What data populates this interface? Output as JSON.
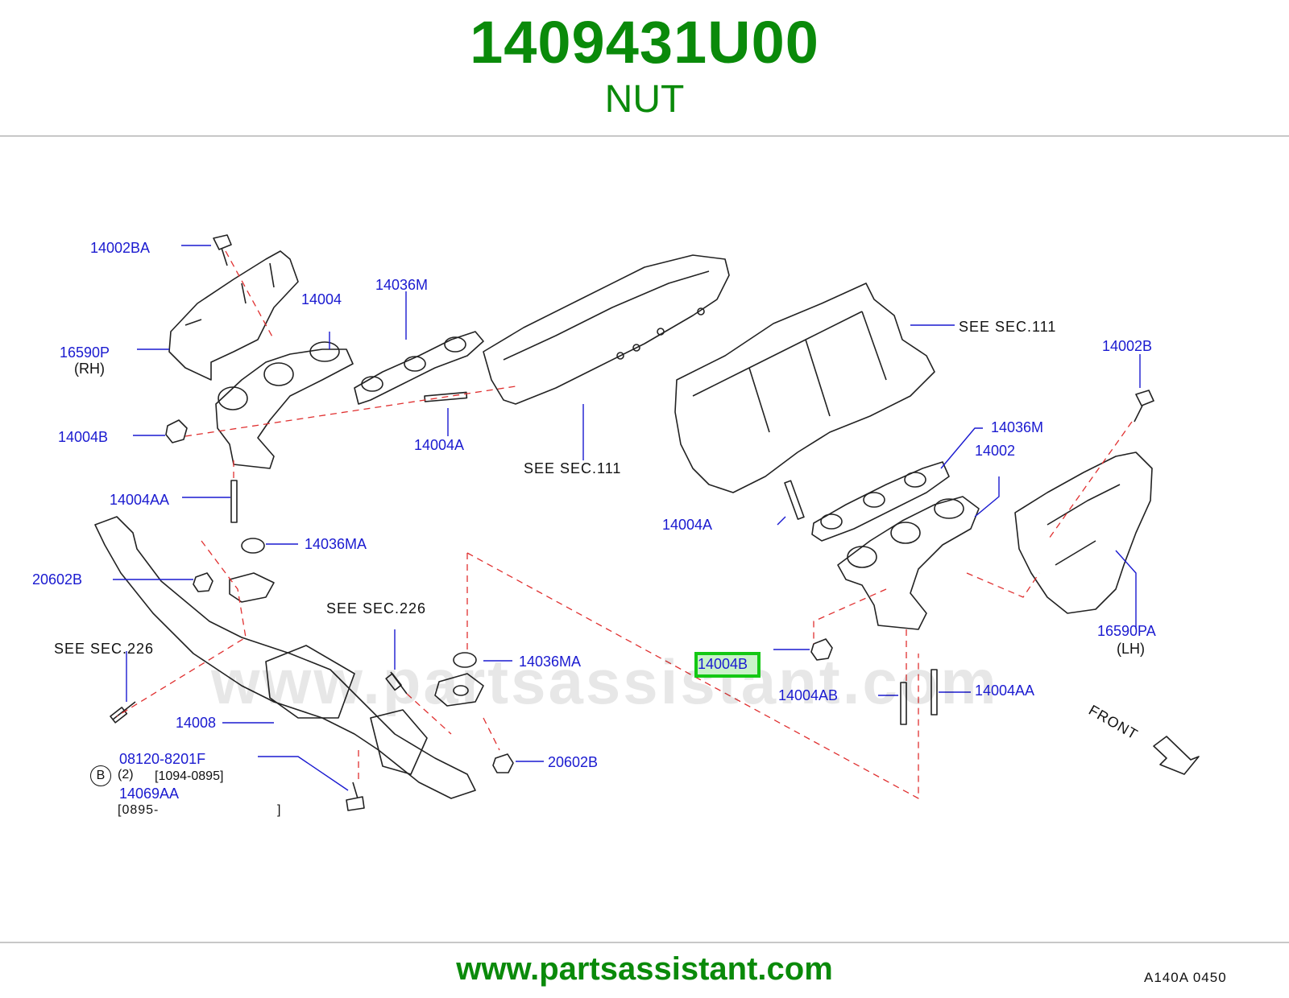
{
  "header": {
    "part_number": "1409431U00",
    "part_name": "NUT"
  },
  "diagram": {
    "code": "A140A   0450",
    "front_label": "FRONT",
    "watermark": "www.partsassistant.com",
    "highlighted_label": "14004B",
    "callouts": {
      "c14002BA": "14002BA",
      "c14004_rh": "14004",
      "c14036M_rh": "14036M",
      "c16590P": "16590P",
      "rh": "(RH)",
      "c14004B_rh": "14004B",
      "c14004A_rh": "14004A",
      "c14004AA_rh": "14004AA",
      "c14036MA_1": "14036MA",
      "c20602B_1": "20602B",
      "c14036MA_2": "14036MA",
      "c20602B_2": "20602B",
      "c14008": "14008",
      "b_mark": "B",
      "c08120": "08120-8201F",
      "qty2": "(2)",
      "range1": "[1094-0895]",
      "c14069AA": "14069AA",
      "range2_open": "[0895-",
      "range2_close": "]",
      "c14002B": "14002B",
      "c14036M_lh": "14036M",
      "c14002": "14002",
      "c14004A_lh": "14004A",
      "c16590PA": "16590PA",
      "lh": "(LH)",
      "c14004AB": "14004AB",
      "c14004AA_lh": "14004AA"
    },
    "see_notes": {
      "sec111_top": "SEE   SEC.111",
      "sec111_mid": "SEE   SEC.111",
      "sec226_right": "SEE   SEC.226",
      "sec226_left": "SEE   SEC.226"
    }
  },
  "footer": {
    "url": "www.partsassistant.com"
  },
  "colors": {
    "brand_green": "#0a8a0a",
    "callout_blue": "#1a1ad0",
    "highlight": "#14c814",
    "dash_red": "#e03030"
  }
}
